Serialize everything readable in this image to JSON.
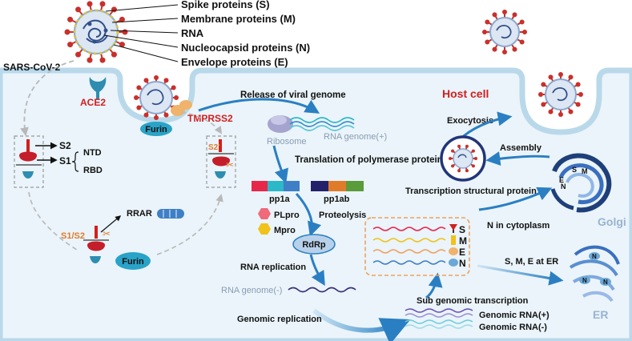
{
  "legend": {
    "spike": "Spike proteins (S)",
    "membrane": "Membrane  proteins (M)",
    "rna": "RNA",
    "nucleocapsid": "Nucleocapsid proteins (N)",
    "envelope": "Envelope proteins (E)"
  },
  "labels": {
    "virus_name": "SARS-CoV-2",
    "ace2": "ACE2",
    "tmprss2": "TMPRSS2",
    "furin_top": "Furin",
    "release": "Release of viral genome",
    "host_cell": "Host cell",
    "ribosome": "Ribosome",
    "rna_genome_plus": "RNA genome(+)",
    "translation": "Translation of polymerase protein",
    "exocytosis": "Exocytosis",
    "assembly": "Assembly",
    "s2": "S2",
    "s1": "S1",
    "ntd": "NTD",
    "rbd": "RBD",
    "s2_prime": "S2'",
    "pp1a": "pp1a",
    "pp1ab": "pp1ab",
    "plpro": "PLpro",
    "mpro": "Mpro",
    "proteolysis": "Proteolysis",
    "rdrp": "RdRp",
    "rrar": "RRAR",
    "s1s2": "S1/S2",
    "furin_bottom": "Furin",
    "rna_replication": "RNA replication",
    "rna_genome_minus": "RNA genome(-)",
    "genomic_replication": "Genomic replication",
    "sub_genomic": "Sub genomic  transcription",
    "genomic_rna_plus": "Genomic RNA(+)",
    "genomic_rna_minus": "Genomic RNA(-)",
    "transcription_structural": "Transcription structural protein",
    "n_cytoplasm": "N in cytoplasm",
    "smE_er": "S, M, E at ER",
    "golgi": "Golgi",
    "er": "ER",
    "box_s": "S",
    "box_m": "M",
    "box_e": "E",
    "box_n": "N",
    "golgi_s": "S",
    "golgi_m": "M",
    "golgi_e": "E",
    "golgi_n": "N",
    "er_n1": "N",
    "er_n2": "N",
    "er_n3": "N"
  },
  "colors": {
    "cell_bg": "#eaf4fa",
    "membrane": "#b9d9ea",
    "arrow_blue": "#2a7fc2",
    "red_label": "#d21f1f",
    "virus_spike": "#c9302c",
    "virus_core": "#2f4f8a",
    "furin": "#29a3c7",
    "pp1a_red": "#e8264a",
    "pp1a_teal": "#2bb8c9",
    "pp1a_blue": "#3f7fc6",
    "pp1ab_navy": "#22206b",
    "pp1ab_orange": "#e07b2a",
    "pp1ab_green": "#5a9b3a"
  }
}
